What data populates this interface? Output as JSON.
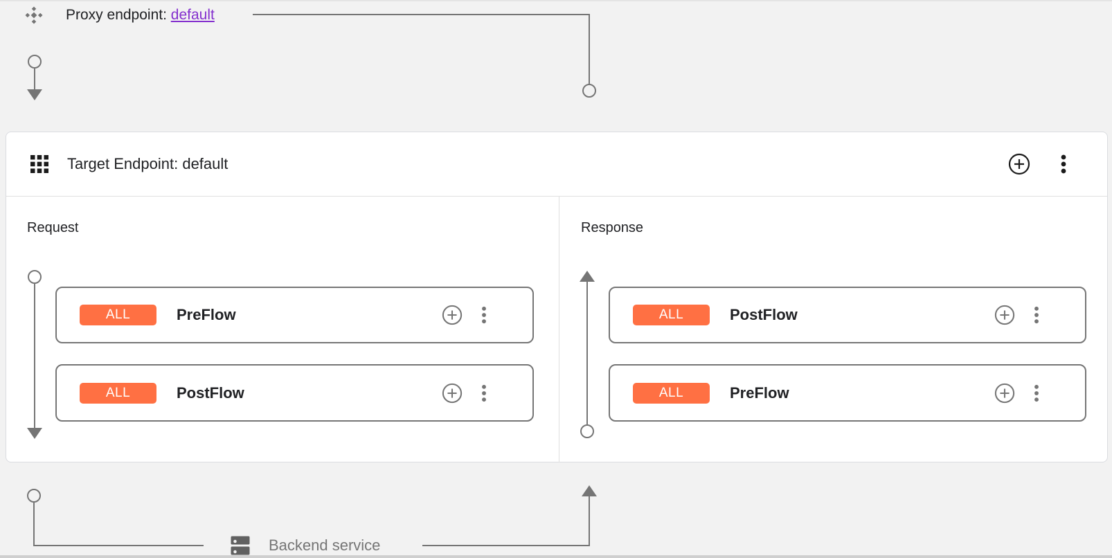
{
  "colors": {
    "background": "#f2f2f2",
    "card_background": "#ffffff",
    "card_border": "#dadce0",
    "accent_orange": "#FF7043",
    "link_purple": "#8430ce",
    "connector_gray": "#757575",
    "text_dark": "#202124",
    "text_gray": "#757575"
  },
  "proxy_endpoint": {
    "label": "Proxy endpoint:",
    "link_text": "default"
  },
  "target_endpoint": {
    "title": "Target Endpoint: default"
  },
  "request_panel": {
    "title": "Request",
    "flows": [
      {
        "badge": "ALL",
        "label": "PreFlow"
      },
      {
        "badge": "ALL",
        "label": "PostFlow"
      }
    ]
  },
  "response_panel": {
    "title": "Response",
    "flows": [
      {
        "badge": "ALL",
        "label": "PostFlow"
      },
      {
        "badge": "ALL",
        "label": "PreFlow"
      }
    ]
  },
  "backend_service": {
    "label": "Backend service"
  },
  "icons": {
    "proxy_endpoint": "proxy-diamond-icon",
    "target_endpoint": "grid-apps-icon",
    "add": "plus-circle-icon",
    "menu": "three-dot-menu-icon",
    "backend": "server-dns-icon"
  }
}
